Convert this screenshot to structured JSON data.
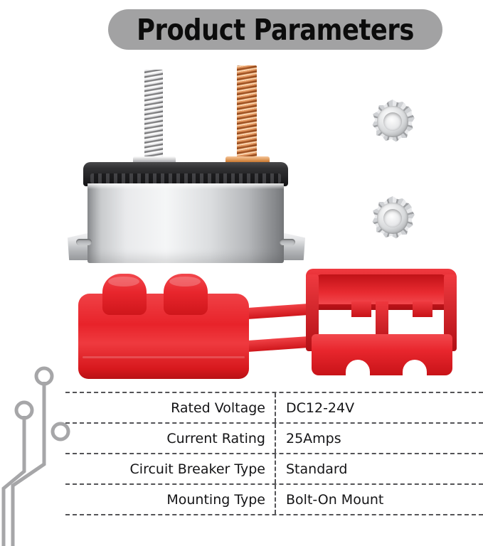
{
  "header": {
    "title": "Product Parameters",
    "banner_color": "#a2a2a3",
    "title_color": "#0c0c0c"
  },
  "product_image": {
    "alt": "Automotive circuit breaker with red covers and lock nuts",
    "parts": [
      {
        "name": "circuit-breaker",
        "description": "Silver metal-body circuit breaker with black top, one silver stud and one copper stud, bolt-on mounting flanges"
      },
      {
        "name": "lock-nut-upper",
        "description": "Serrated K-lock nut"
      },
      {
        "name": "lock-nut-lower",
        "description": "Serrated K-lock nut"
      },
      {
        "name": "red-boot-cover",
        "description": "Red plastic terminal boot with two raised caps"
      },
      {
        "name": "red-bracket",
        "description": "Red plastic open-frame mounting bracket"
      }
    ],
    "colors": {
      "red_plastic": "#e8262d",
      "copper_stud": "#c67b42",
      "silver_metal": "#d6d8da",
      "black_top": "#242426"
    }
  },
  "decoration": {
    "circuit_trace_color": "#a6a6a8",
    "description": "Printed-circuit style traces with ring terminals"
  },
  "spec_table": {
    "rows": [
      {
        "label": "Rated Voltage",
        "value": "DC12-24V"
      },
      {
        "label": "Current Rating",
        "value": "25Amps"
      },
      {
        "label": "Circuit Breaker Type",
        "value": "Standard"
      },
      {
        "label": "Mounting Type",
        "value": "Bolt-On Mount"
      }
    ],
    "divider_color": "#545457",
    "divider_style": "dashed"
  }
}
